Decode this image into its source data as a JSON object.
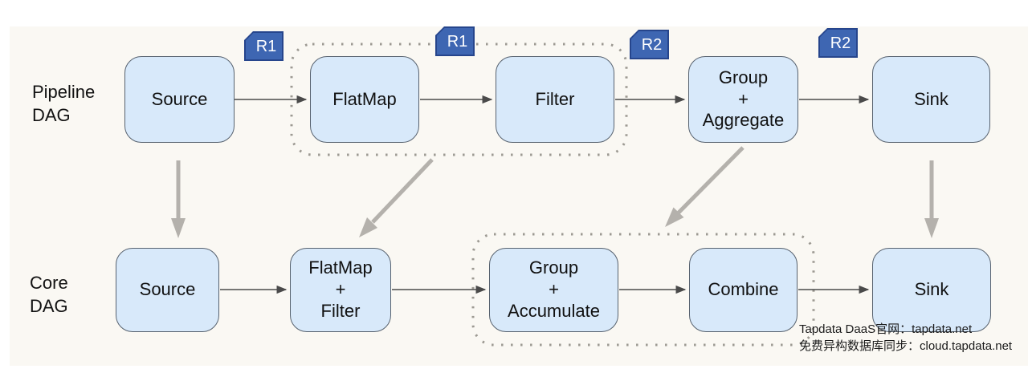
{
  "diagram": {
    "rows": [
      {
        "label": "Pipeline\nDAG",
        "nodes": [
          {
            "label": "Source"
          },
          {
            "label": "FlatMap"
          },
          {
            "label": "Filter"
          },
          {
            "label": "Group\n+\nAggregate"
          },
          {
            "label": "Sink"
          }
        ]
      },
      {
        "label": "Core\nDAG",
        "nodes": [
          {
            "label": "Source"
          },
          {
            "label": "FlatMap\n+\nFilter"
          },
          {
            "label": "Group\n+\nAccumulate"
          },
          {
            "label": "Combine"
          },
          {
            "label": "Sink"
          }
        ]
      }
    ],
    "badges": [
      {
        "label": "R1"
      },
      {
        "label": "R1"
      },
      {
        "label": "R2"
      },
      {
        "label": "R2"
      }
    ],
    "colors": {
      "node_fill": "#d8e9fa",
      "node_border": "#57626f",
      "badge_fill": "#3e66b2",
      "badge_border": "#26458c",
      "connector": "#4a4a4a",
      "transform_arrow": "#b4b1ac",
      "group_outline": "#9c9992",
      "canvas": "#faf8f3"
    },
    "watermark": {
      "line1": "Tapdata DaaS官网：tapdata.net",
      "line2": "免费异构数据库同步：cloud.tapdata.net"
    }
  }
}
